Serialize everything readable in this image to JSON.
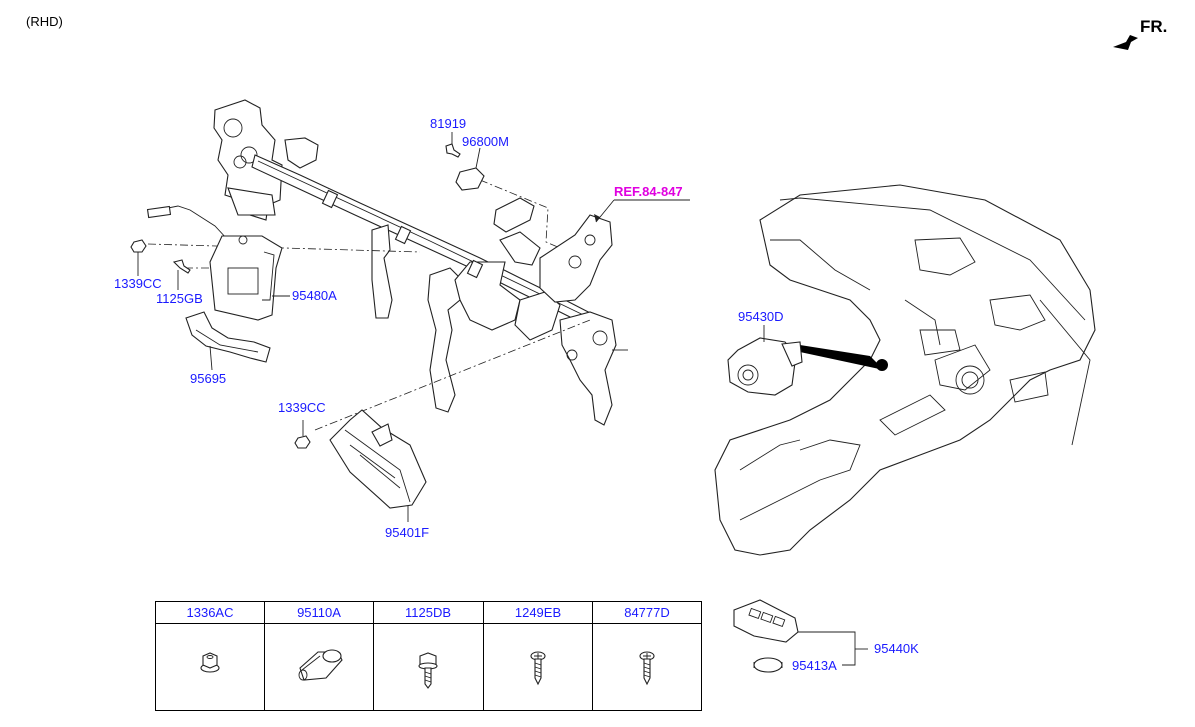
{
  "header": {
    "note": "(RHD)",
    "direction": "FR."
  },
  "reference": {
    "label": "REF.84-847",
    "color": "#e000e0"
  },
  "callouts": {
    "c81919": "81919",
    "c96800M": "96800M",
    "c1339CC_a": "1339CC",
    "c1125GB": "1125GB",
    "c95480A": "95480A",
    "c95695": "95695",
    "c1339CC_b": "1339CC",
    "c95401F": "95401F",
    "c95430D": "95430D",
    "c95440K": "95440K",
    "c95413A": "95413A"
  },
  "parts_table": {
    "columns": [
      "1336AC",
      "95110A",
      "1125DB",
      "1249EB",
      "84777D"
    ],
    "icons": [
      "flange-nut-icon",
      "grommet-icon",
      "flange-bolt-icon",
      "tapping-screw-icon",
      "tapping-screw-icon"
    ]
  },
  "colors": {
    "callout": "#1a1aff",
    "line": "#222222"
  }
}
